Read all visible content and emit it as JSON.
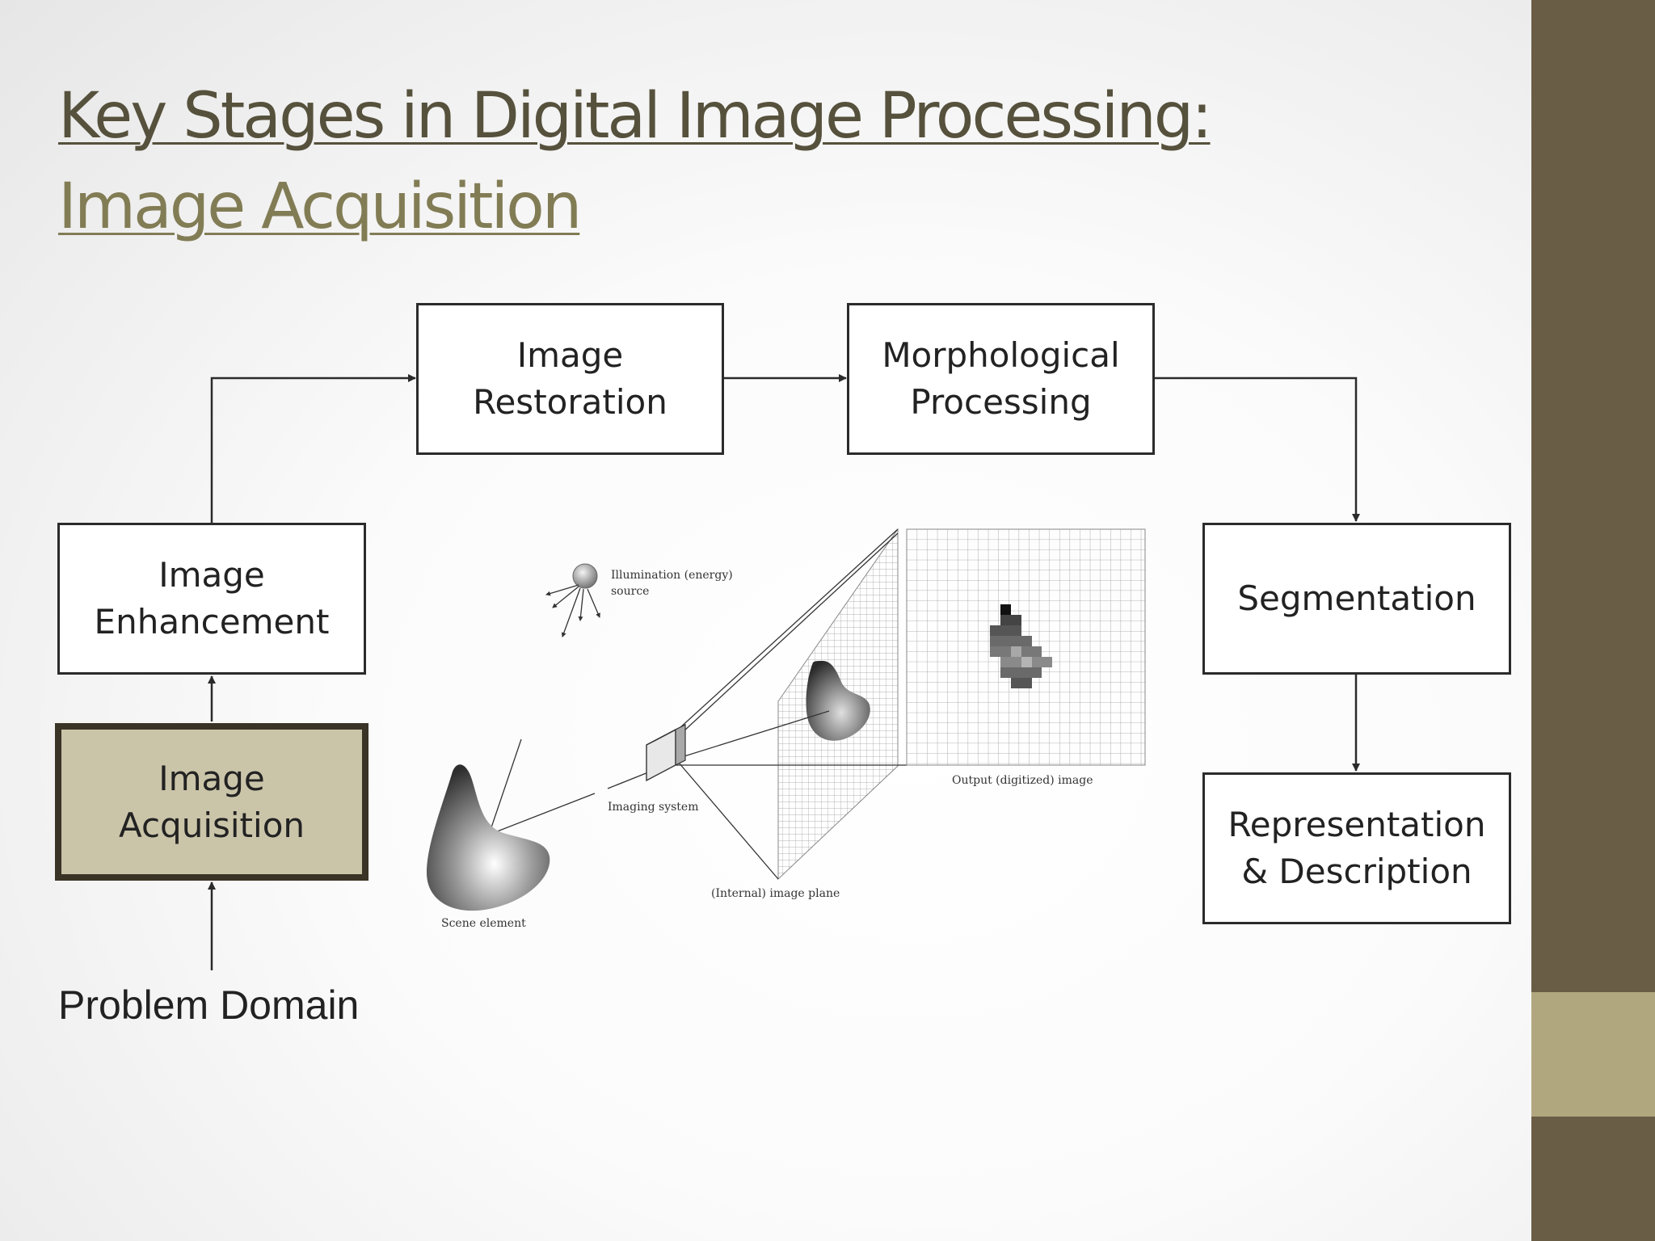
{
  "title": {
    "line1": "Key Stages in Digital Image Processing:",
    "line2": "Image Acquisition"
  },
  "stages": {
    "restoration": "Image\nRestoration",
    "morphological": "Morphological\nProcessing",
    "enhancement": "Image\nEnhancement",
    "acquisition": "Image\nAcquisition",
    "segmentation": "Segmentation",
    "representation": "Representation\n& Description"
  },
  "active_stage": "acquisition",
  "problem_domain": "Problem Domain",
  "illustration": {
    "illumination_source": "Illumination (energy)",
    "illumination_source_2": "source",
    "imaging_system": "Imaging system",
    "internal_image_plane": "(Internal) image plane",
    "output_image": "Output (digitized) image",
    "scene_element": "Scene element"
  },
  "colors": {
    "sidebar": "#6a5d46",
    "sidebar_accent": "#b1a77f",
    "active_fill": "#cac4a9",
    "title_line1": "#56513c",
    "title_line2": "#827c55"
  }
}
